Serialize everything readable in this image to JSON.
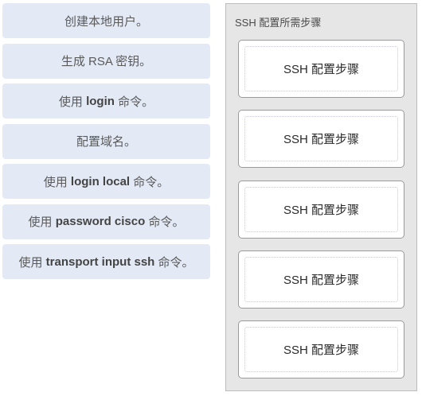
{
  "options": [
    {
      "prefix": "创建本地用户。",
      "bold": "",
      "suffix": ""
    },
    {
      "prefix": "生成 RSA 密钥。",
      "bold": "",
      "suffix": ""
    },
    {
      "prefix": "使用 ",
      "bold": "login",
      "suffix": " 命令。"
    },
    {
      "prefix": "配置域名。",
      "bold": "",
      "suffix": ""
    },
    {
      "prefix": "使用 ",
      "bold": "login local",
      "suffix": " 命令。"
    },
    {
      "prefix": "使用 ",
      "bold": "password cisco",
      "suffix": " 命令。"
    },
    {
      "prefix": "使用 ",
      "bold": "transport input ssh",
      "suffix": " 命令。"
    }
  ],
  "panel": {
    "title": "SSH 配置所需步骤",
    "slots": [
      {
        "placeholder": "SSH 配置步骤"
      },
      {
        "placeholder": "SSH 配置步骤"
      },
      {
        "placeholder": "SSH 配置步骤"
      },
      {
        "placeholder": "SSH 配置步骤"
      },
      {
        "placeholder": "SSH 配置步骤"
      }
    ]
  }
}
